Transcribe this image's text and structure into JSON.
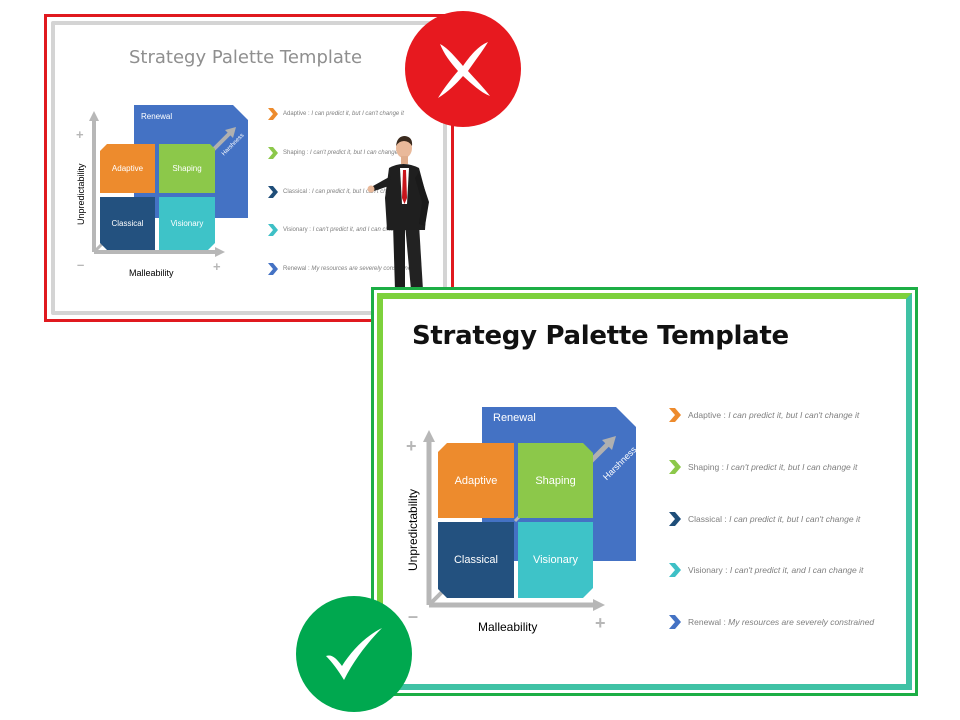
{
  "bad_slide": {
    "title": "Strategy Palette Template",
    "renewal": "Renewal",
    "harshness": "Harshness",
    "cells": {
      "adaptive": "Adaptive",
      "shaping": "Shaping",
      "classical": "Classical",
      "visionary": "Visionary"
    },
    "y_axis": "Unpredictability",
    "x_axis": "Malleability",
    "plus": "+",
    "minus": "–",
    "legend": [
      {
        "name": "Adaptive",
        "sep": " : ",
        "desc": "I can predict it, but I can't change it",
        "color": "#ed8b2d"
      },
      {
        "name": "Shaping",
        "sep": " : ",
        "desc": "I can't predict it, but I can change it",
        "color": "#8cc84a"
      },
      {
        "name": "Classical",
        "sep": " : ",
        "desc": "I can predict it, but I can't change it",
        "color": "#1f4e79"
      },
      {
        "name": "Visionary",
        "sep": " : ",
        "desc": "I can't predict it, and I can change it",
        "color": "#3ec0c6"
      },
      {
        "name": "Renewal",
        "sep": " : ",
        "desc": "My resources are severely constrained",
        "color": "#4472c4"
      }
    ]
  },
  "good_slide": {
    "title": "Strategy Palette Template",
    "renewal": "Renewal",
    "harshness": "Harshness",
    "cells": {
      "adaptive": "Adaptive",
      "shaping": "Shaping",
      "classical": "Classical",
      "visionary": "Visionary"
    },
    "y_axis": "Unpredictability",
    "x_axis": "Malleability",
    "plus": "+",
    "minus": "–",
    "legend": [
      {
        "name": "Adaptive",
        "sep": " : ",
        "desc": "I can predict it, but I can't change it",
        "color": "#ed8b2d"
      },
      {
        "name": "Shaping",
        "sep": " : ",
        "desc": "I can't predict it, but I can change it",
        "color": "#8cc84a"
      },
      {
        "name": "Classical",
        "sep": " : ",
        "desc": "I can predict it, but I can't change it",
        "color": "#1f4e79"
      },
      {
        "name": "Visionary",
        "sep": " : ",
        "desc": "I can't predict it, and I can change it",
        "color": "#3ec0c6"
      },
      {
        "name": "Renewal",
        "sep": " : ",
        "desc": "My resources are severely constrained",
        "color": "#4472c4"
      }
    ]
  },
  "colors": {
    "adaptive": "#ed8b2d",
    "shaping": "#8cc84a",
    "classical": "#23517f",
    "visionary": "#3ec3c8",
    "renewal": "#4472c4",
    "bad": "#e7191f",
    "good": "#00a84f"
  },
  "icons": {
    "bad_badge": "cross-icon",
    "good_badge": "check-icon",
    "legend_bullet": "chevron-right-icon"
  }
}
